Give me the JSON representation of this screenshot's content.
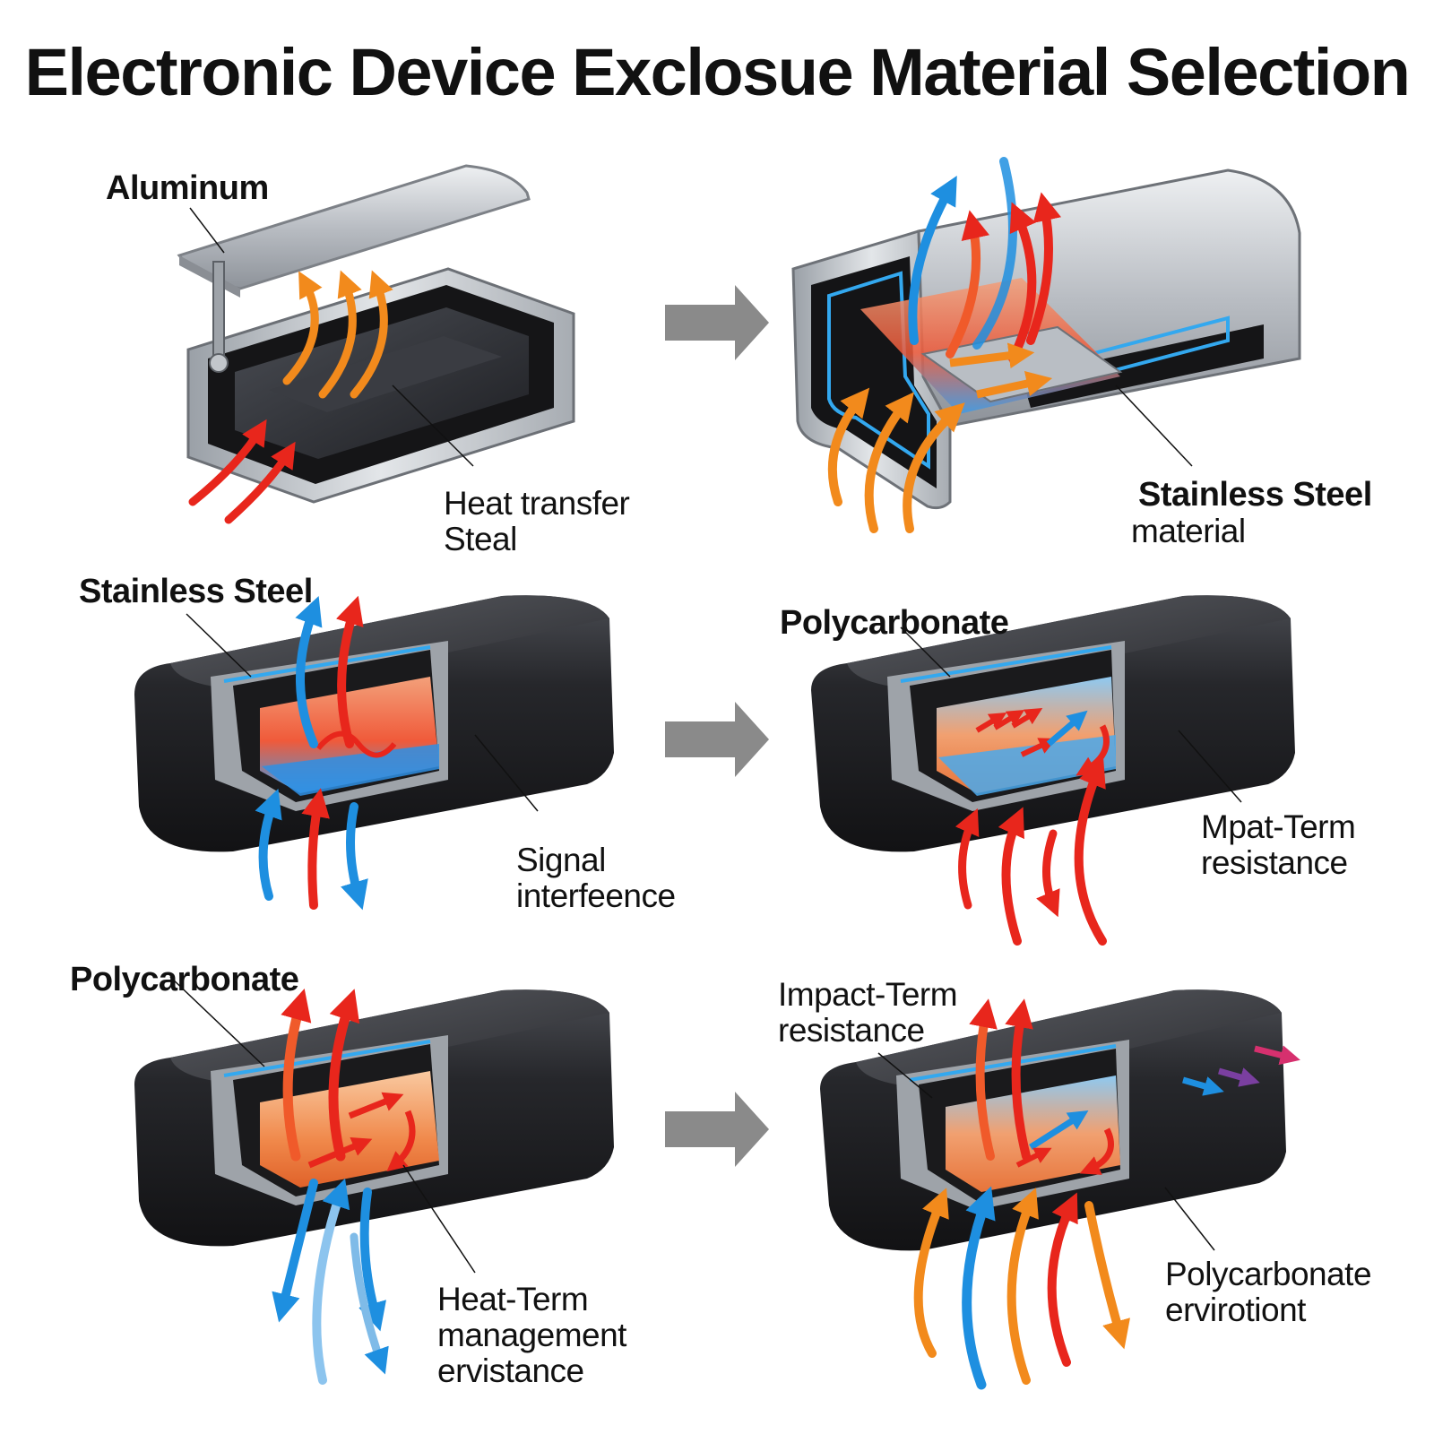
{
  "title": "Electronic Device Exclosue Material Selection",
  "colors": {
    "hot_red": "#e8261c",
    "hot_orange": "#f28a1c",
    "cool_blue": "#1e8fe0",
    "purple": "#7a3fa0",
    "magenta": "#d6306e",
    "casing": "#1e1e22",
    "metal": "#b8bcc2",
    "transition_arrow": "#8a8a8a"
  },
  "panels": [
    {
      "material_label": "Aluminum",
      "note_lines": [
        "Heat transfer",
        "Steal"
      ],
      "icon": "aluminum-open-enclosure"
    },
    {
      "material_label": "Stainless Steel",
      "note_lines": [
        "material"
      ],
      "icon": "steel-sectioned-enclosure"
    },
    {
      "material_label": "Stainless Steel",
      "note_lines": [
        "Signal",
        "interfeence"
      ],
      "icon": "steel-cutaway-device"
    },
    {
      "material_label": "Polycarbonate",
      "note_lines": [
        "Mpat-Term",
        "resistance"
      ],
      "icon": "polycarbonate-cutaway-device"
    },
    {
      "material_label": "Polycarbonate",
      "note_lines": [
        "Heat-Term",
        "management",
        "ervistance"
      ],
      "icon": "polycarbonate-cutaway-device"
    },
    {
      "material_label": "",
      "note_lines": [
        "Impact-Term",
        "resistance",
        "Polycarbonate",
        "ervirotiont"
      ],
      "icon": "polycarbonate-cutaway-device"
    }
  ],
  "transitions": [
    "right-arrow-icon",
    "right-arrow-icon",
    "right-arrow-icon"
  ]
}
